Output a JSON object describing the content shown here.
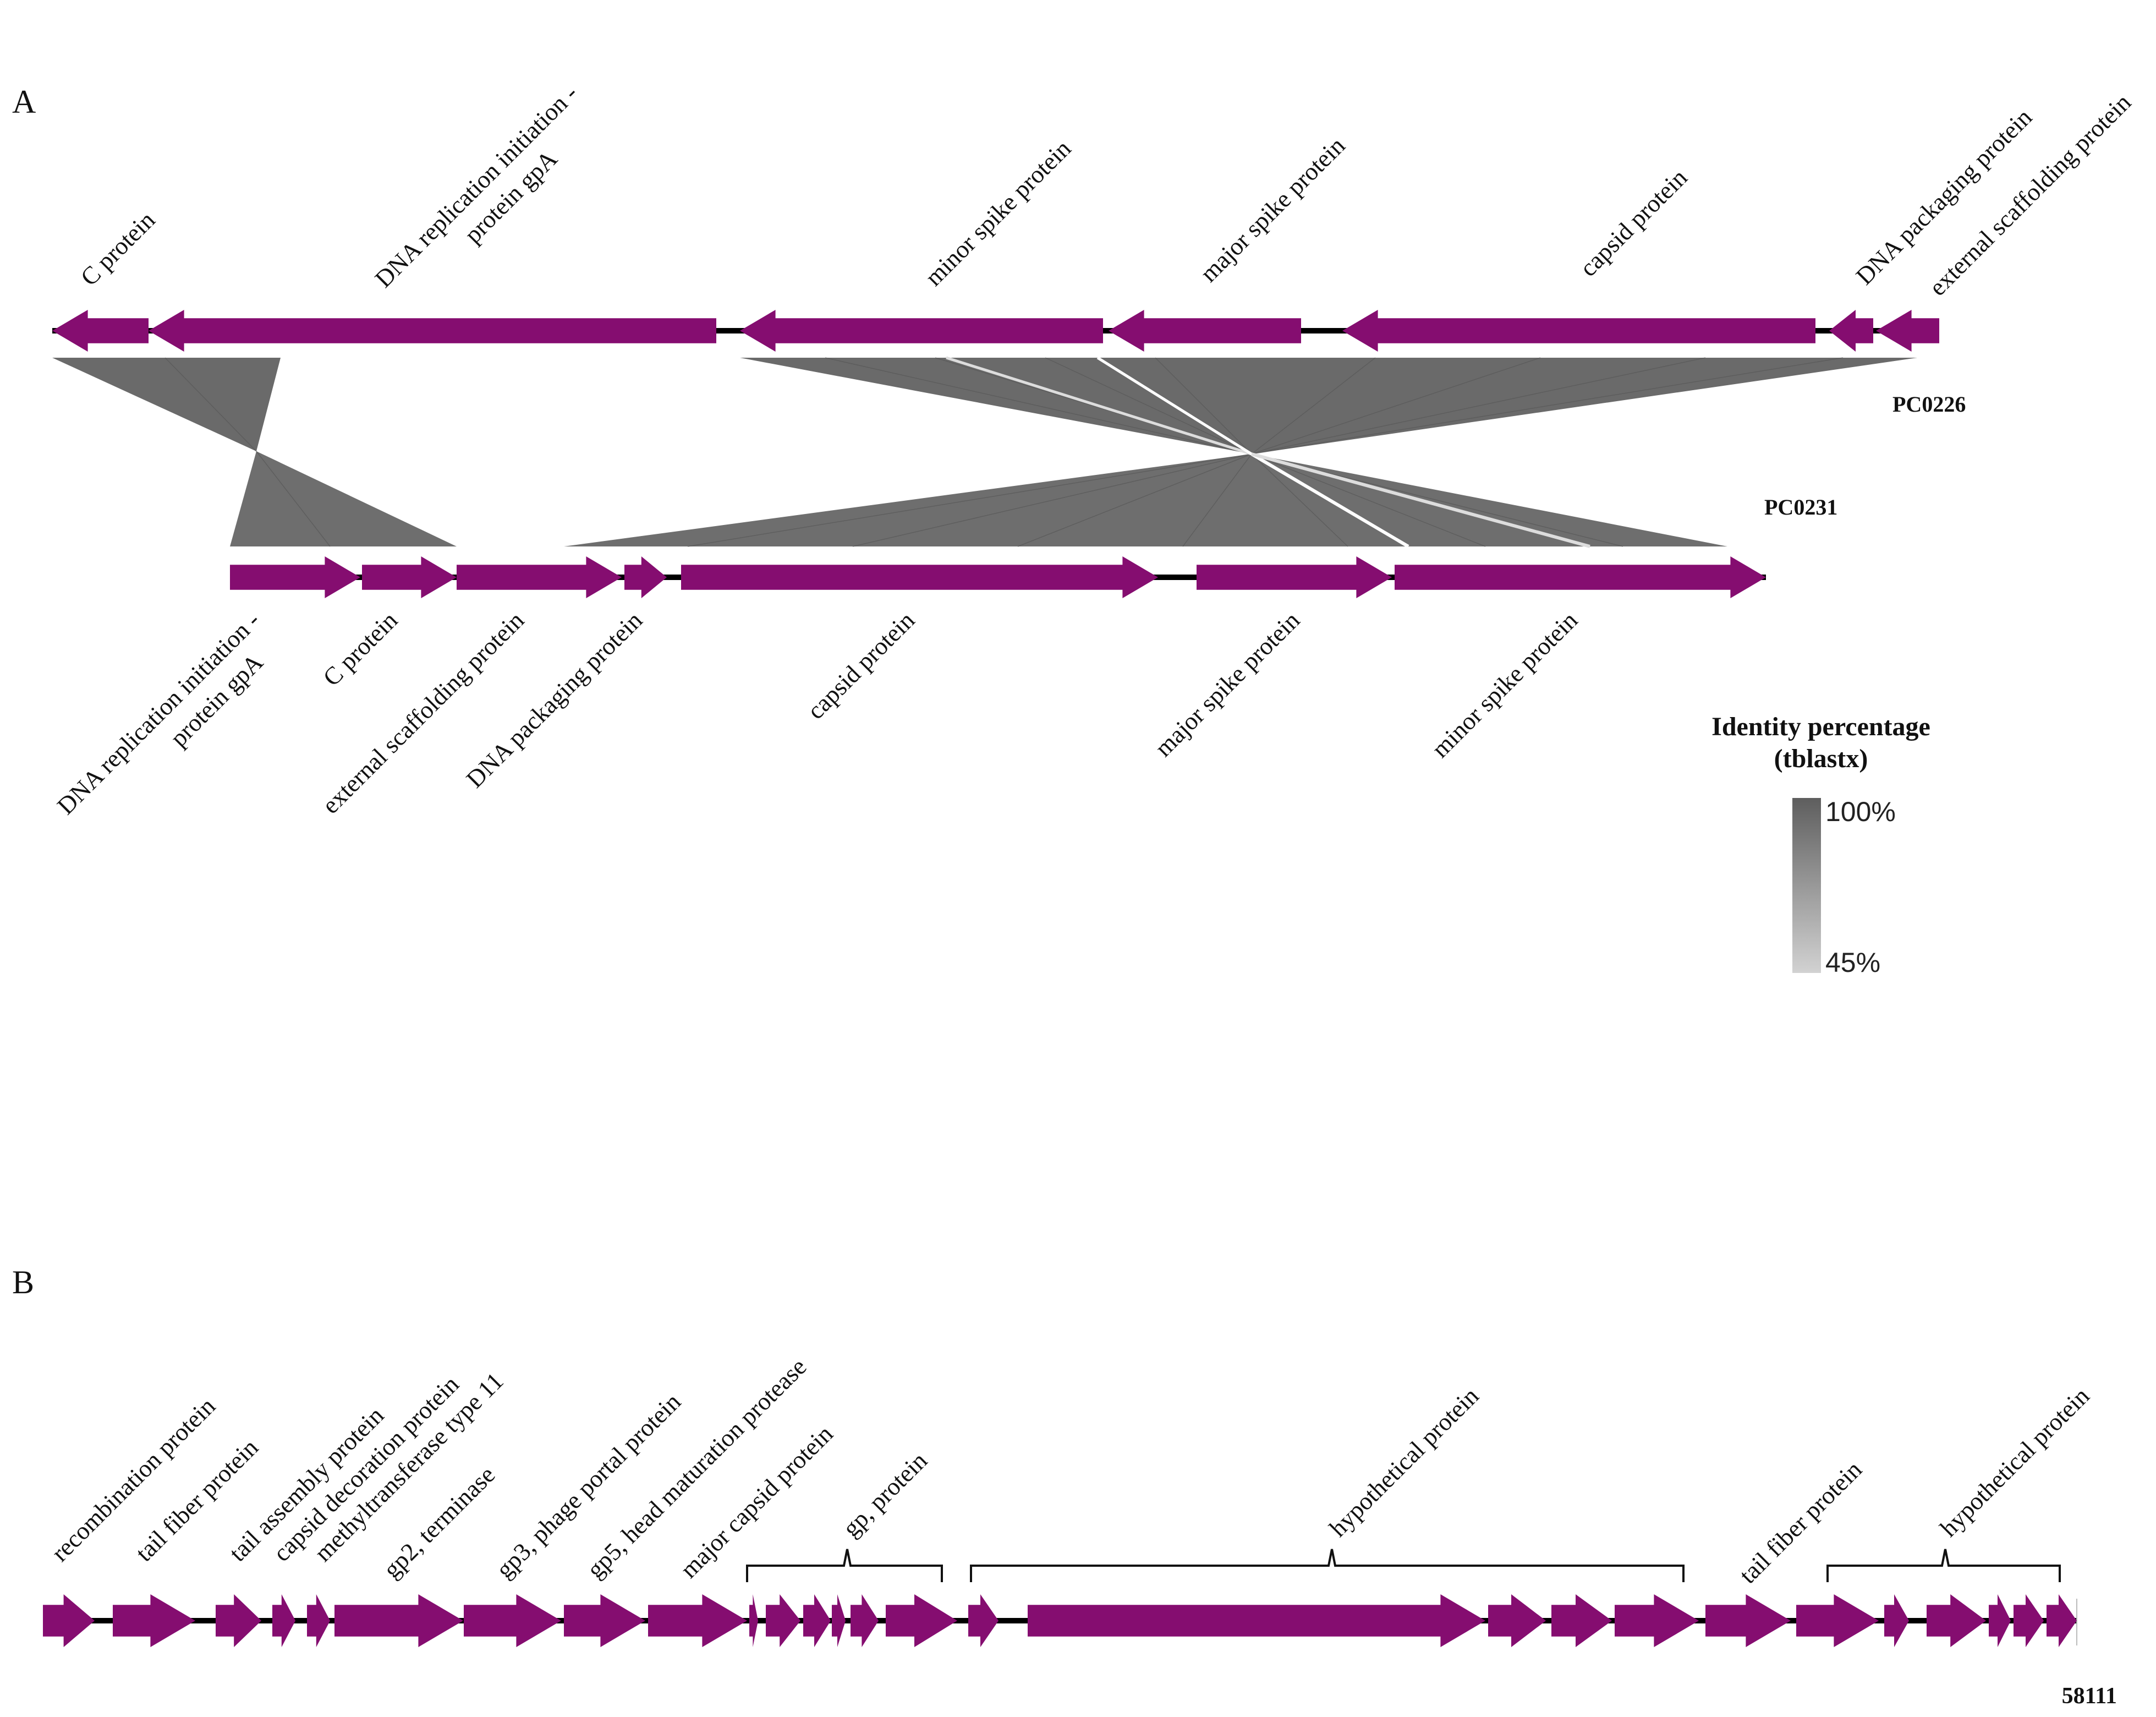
{
  "panel_a": {
    "label": "A",
    "genome_top": {
      "name": "PC0226",
      "genes": [
        "C protein",
        "DNA replication initiation - protein gpA",
        "minor spike protein",
        "major spike protein",
        "capsid protein",
        "DNA packaging protein",
        "external scaffolding protein"
      ]
    },
    "genome_bottom": {
      "name": "PC0231",
      "genes": [
        "DNA replication initiation - protein gpA",
        "C protein",
        "external scaffolding protein",
        "DNA packaging protein",
        "capsid protein",
        "major spike protein",
        "minor spike protein"
      ]
    },
    "legend": {
      "title_line1": "Identity percentage",
      "title_line2": "(tblastx)",
      "max_label": "100%",
      "min_label": "45%",
      "max_value": 100,
      "min_value": 45
    }
  },
  "panel_b": {
    "label": "B",
    "genome": {
      "name": "58111"
    },
    "gene_labels": [
      "recombination protein",
      "tail fiber protein",
      "tail assembly protein",
      "capsid decoration protein",
      "methyltransferase type 11",
      "gp2, terminase",
      "gp3, phage portal protein",
      "gp5, head maturation protease",
      "major capsid protein",
      "gp, protein",
      "hypothetical protein",
      "tail fiber protein",
      "hypothetical protein"
    ]
  },
  "colors": {
    "gene": "#850d70",
    "backbone": "#000000",
    "identity_high": "#636363",
    "identity_low": "#cfcfcf",
    "text": "#111111"
  }
}
